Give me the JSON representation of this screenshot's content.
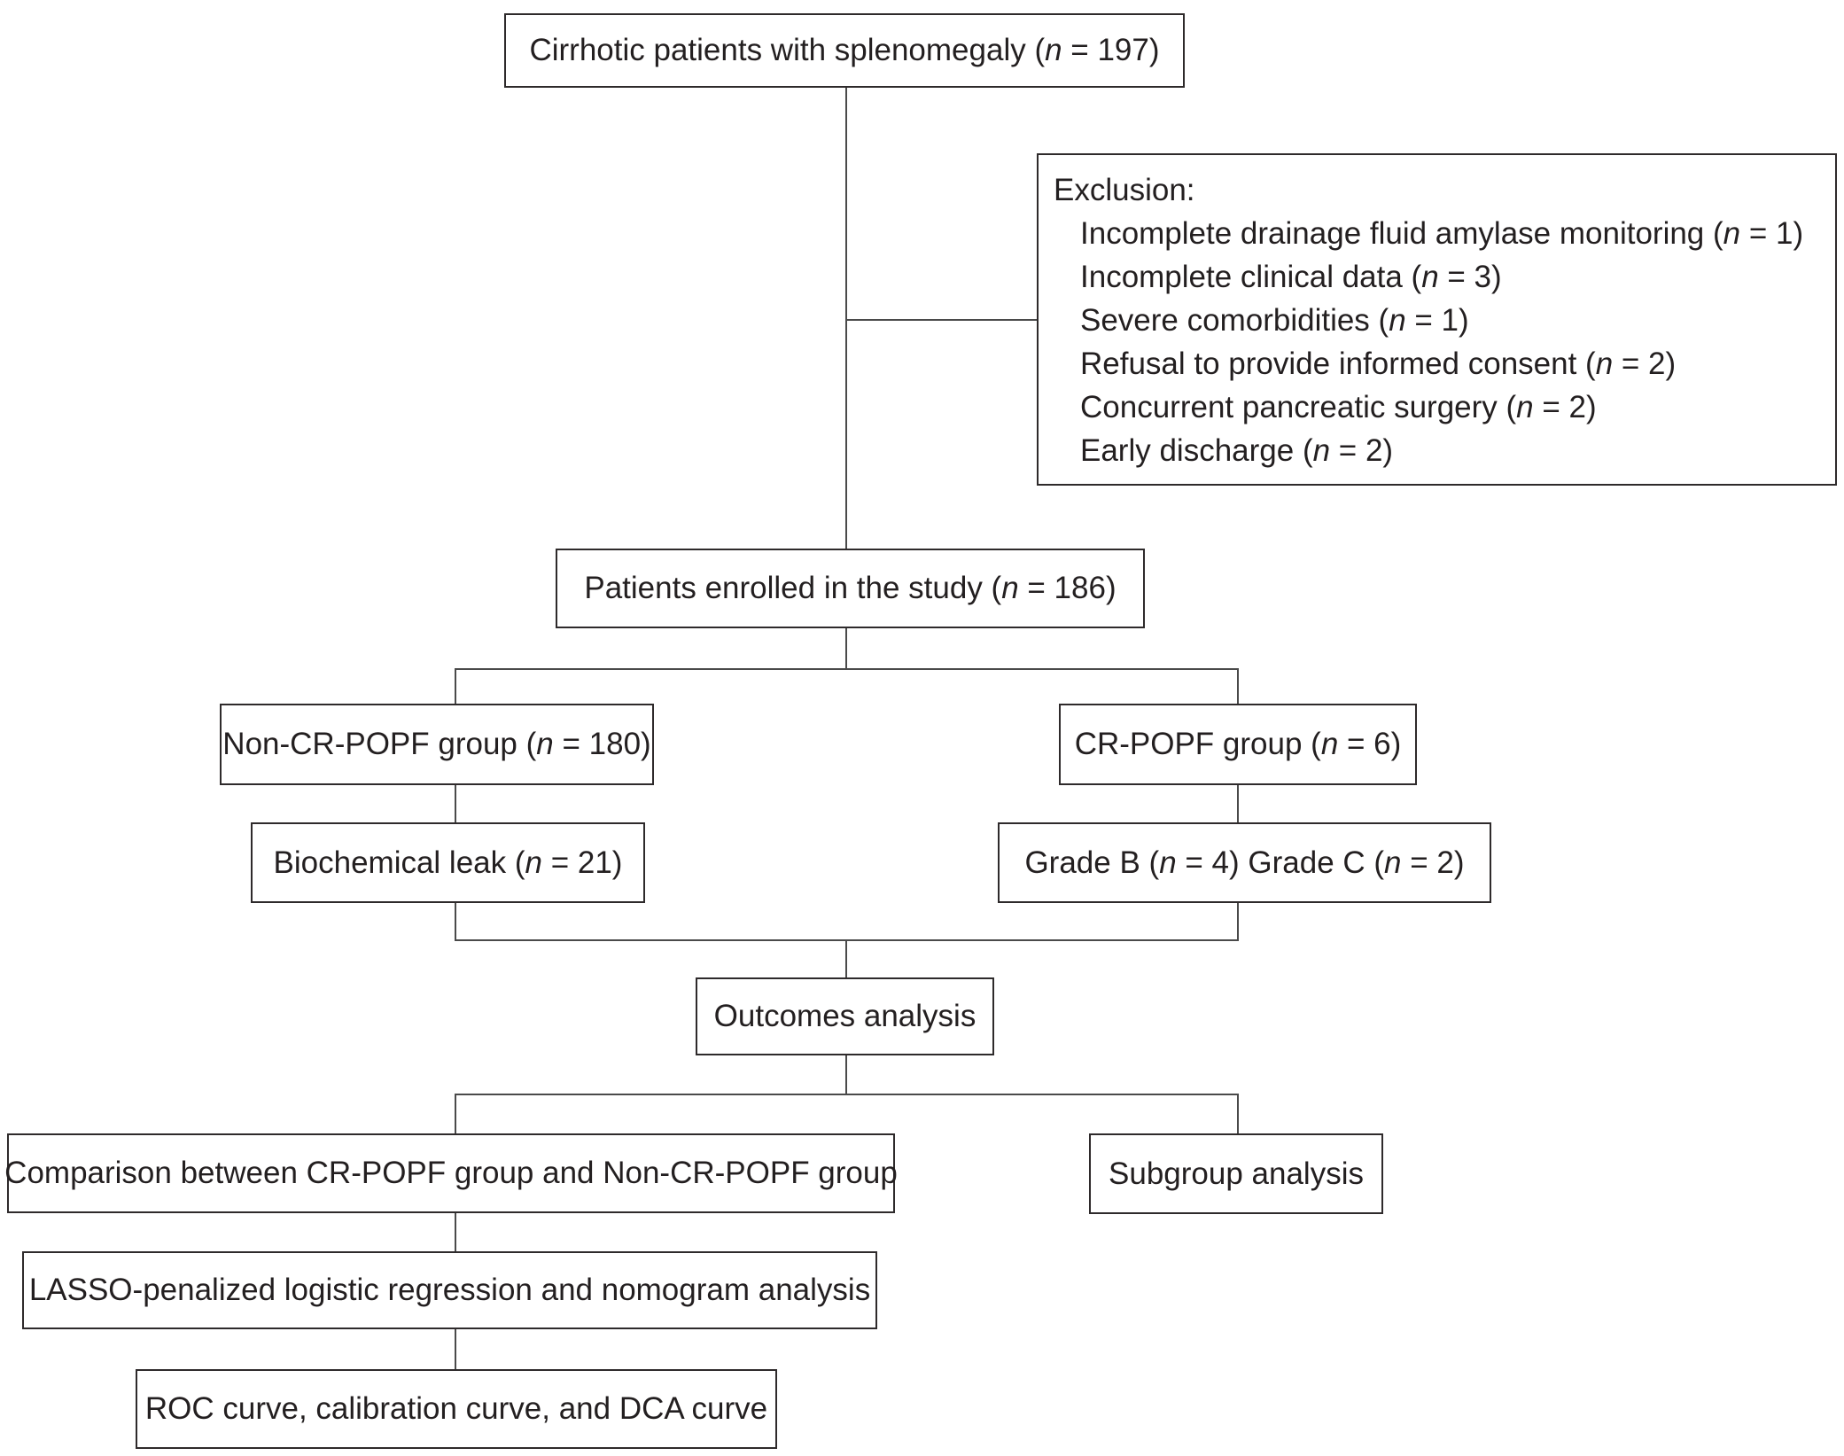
{
  "figure": {
    "boxes": {
      "initial": "Cirrhotic patients with splenomegaly (n = 197)",
      "enrolled": "Patients enrolled in the study (n = 186)",
      "non_cr_popf": "Non-CR-POPF group (n = 180)",
      "cr_popf": "CR-POPF group (n = 6)",
      "biochemical_leak": "Biochemical leak (n = 21)",
      "grades": "Grade B (n = 4) Grade C (n = 2)",
      "outcomes": "Outcomes analysis",
      "comparison": "Comparison between CR-POPF group and Non-CR-POPF group",
      "subgroup": "Subgroup analysis",
      "lasso": "LASSO-penalized logistic regression and nomogram analysis",
      "roc": "ROC curve, calibration curve, and DCA curve"
    },
    "exclusion": {
      "title": "Exclusion:",
      "items": [
        "Incomplete drainage fluid amylase monitoring (n = 1)",
        "Incomplete clinical data (n = 3)",
        "Severe comorbidities (n = 1)",
        "Refusal to provide informed consent (n = 2)",
        "Concurrent pancreatic surgery (n = 2)",
        "Early discharge (n = 2)"
      ]
    },
    "colors": {
      "border": "#2e2a2b",
      "line": "#4a4a4a",
      "text": "#231f20",
      "background": "#ffffff"
    }
  }
}
